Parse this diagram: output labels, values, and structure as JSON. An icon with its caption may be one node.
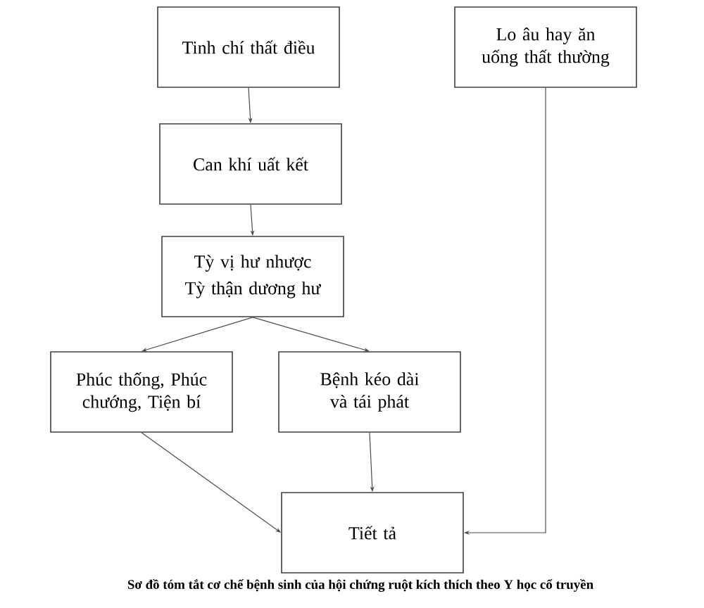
{
  "diagram": {
    "caption": "Sơ đồ tóm tắt cơ chế bệnh sinh của hội chứng ruột kích thích theo Y học cổ truyền",
    "nodes": [
      {
        "text": [
          "Tinh chí thất điều"
        ]
      },
      {
        "text": [
          "Can khí uất kết"
        ]
      },
      {
        "text": [
          "Tỳ vị hư nhược",
          "Tỳ thận dương hư"
        ]
      },
      {
        "text": [
          "Phúc thống, Phúc chướng, Tiện bí"
        ]
      },
      {
        "text": [
          "Bệnh kéo dài và tái phát"
        ]
      },
      {
        "text": [
          "Tiết tả"
        ]
      },
      {
        "text": [
          "Lo âu hay ăn uống thất thường"
        ]
      }
    ],
    "edges": [
      {
        "from": 0,
        "to": 1,
        "arrow": "to"
      },
      {
        "from": 1,
        "to": 2,
        "arrow": "to"
      },
      {
        "from": 2,
        "to": 3,
        "arrow": "to"
      },
      {
        "from": 2,
        "to": 4,
        "arrow": "to"
      },
      {
        "from": 3,
        "to": 5,
        "arrow": "to"
      },
      {
        "from": 4,
        "to": 5,
        "arrow": "to"
      },
      {
        "from": 6,
        "to": 5,
        "arrow": "to"
      }
    ]
  }
}
